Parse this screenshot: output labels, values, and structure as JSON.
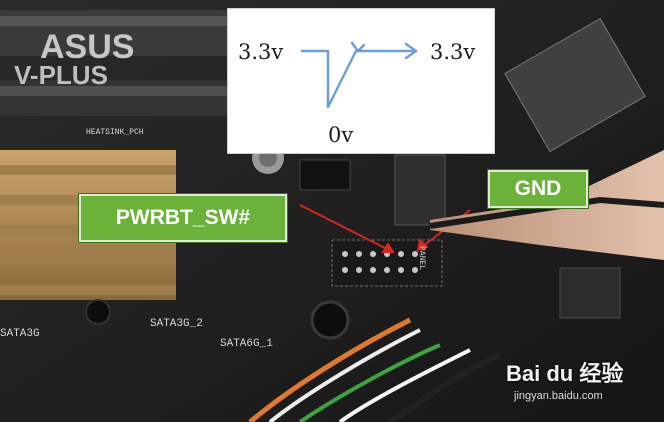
{
  "scene": {
    "subject": "motherboard-front-panel-header",
    "colors": {
      "callout_green": "#6ab23a",
      "arrow_red": "#d8261e",
      "signal_blue": "#6f9fd8"
    }
  },
  "inset": {
    "left_label": "3.3v",
    "right_label": "3.3v",
    "bottom_label": "0v"
  },
  "callouts": {
    "pwrbt": "PWRBT_SW#",
    "gnd": "GND"
  },
  "board_print": {
    "brand": "ASUS",
    "model": "V-PLUS",
    "heatsink": "HEATSINK_PCH",
    "sata_a": "SATA3G",
    "sata_b": "SATA3G_2",
    "sata_c": "SATA6G_1",
    "panel": "PANEL"
  },
  "watermark": {
    "main": "Bai du 经验",
    "sub": "jingyan.baidu.com"
  }
}
